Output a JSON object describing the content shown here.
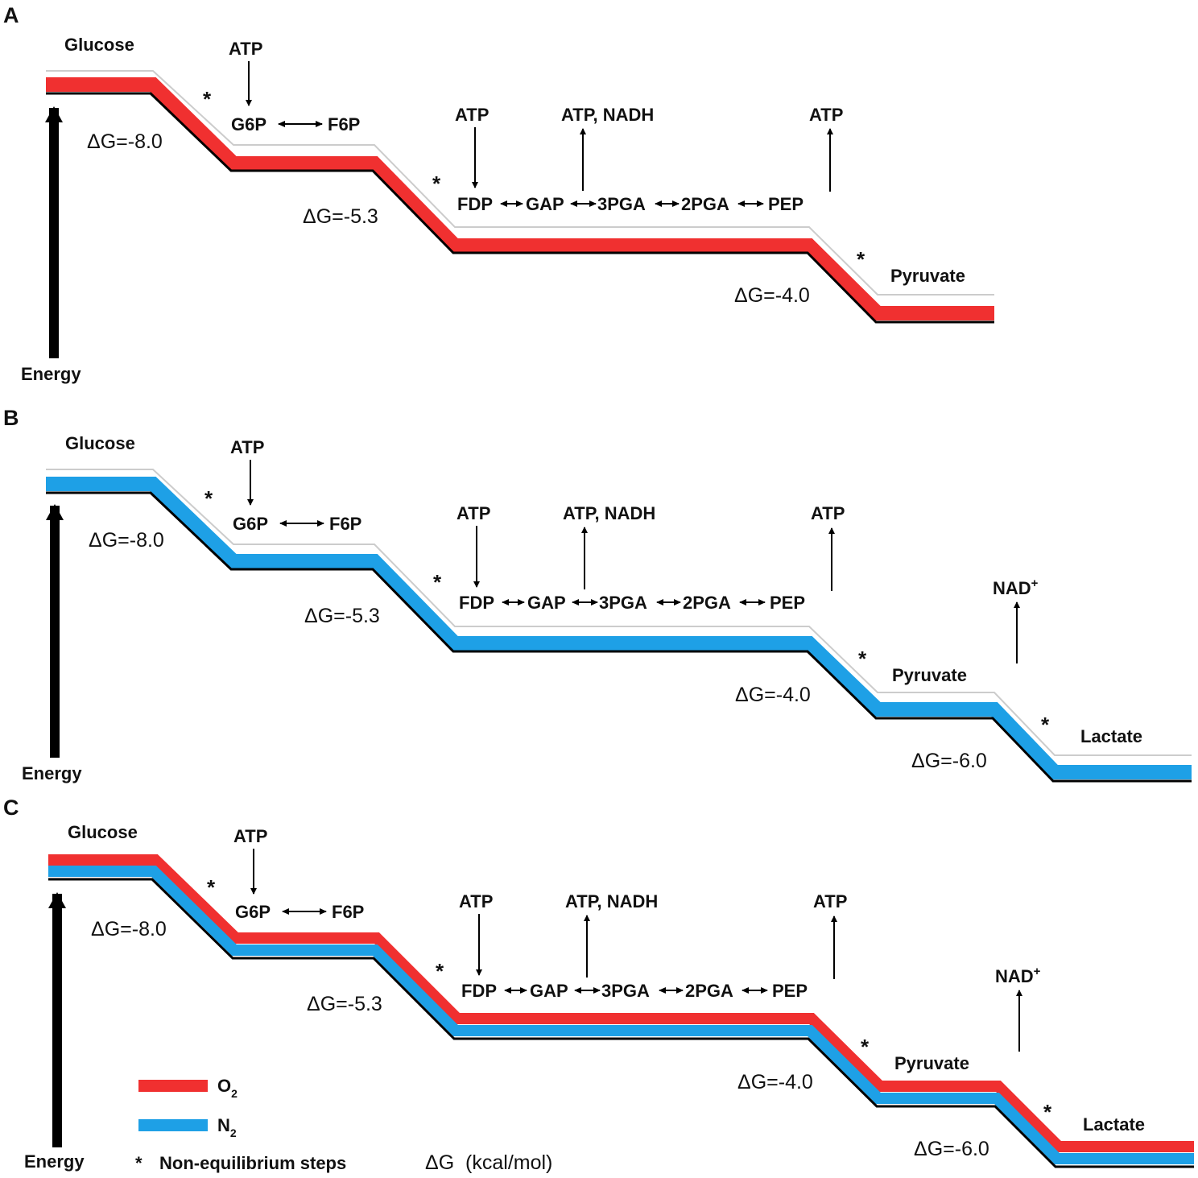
{
  "colors": {
    "o2": "#f03030",
    "n2": "#1ea0e6",
    "line": "#000000"
  },
  "panels": [
    {
      "letter": "A",
      "glucose": "Glucose",
      "atp_in_1": "ATP",
      "g6p": "G6P",
      "f6p": "F6P",
      "atp_in_2": "ATP",
      "atp_nadh": "ATP, NADH",
      "atp_out": "ATP",
      "fdp": "FDP",
      "gap": "GAP",
      "pga3": "3PGA",
      "pga2": "2PGA",
      "pep": "PEP",
      "pyruvate": "Pyruvate",
      "energy": "Energy",
      "dg1": "ΔG=-8.0",
      "dg2": "ΔG=-5.3",
      "dg3": "ΔG=-4.0",
      "star": "*"
    },
    {
      "letter": "B",
      "glucose": "Glucose",
      "atp_in_1": "ATP",
      "g6p": "G6P",
      "f6p": "F6P",
      "atp_in_2": "ATP",
      "atp_nadh": "ATP, NADH",
      "atp_out": "ATP",
      "fdp": "FDP",
      "gap": "GAP",
      "pga3": "3PGA",
      "pga2": "2PGA",
      "pep": "PEP",
      "pyruvate": "Pyruvate",
      "nad": "NAD",
      "nad_sup": "+",
      "lactate": "Lactate",
      "energy": "Energy",
      "dg1": "ΔG=-8.0",
      "dg2": "ΔG=-5.3",
      "dg3": "ΔG=-4.0",
      "dg4": "ΔG=-6.0",
      "star": "*"
    },
    {
      "letter": "C",
      "glucose": "Glucose",
      "atp_in_1": "ATP",
      "g6p": "G6P",
      "f6p": "F6P",
      "atp_in_2": "ATP",
      "atp_nadh": "ATP, NADH",
      "atp_out": "ATP",
      "fdp": "FDP",
      "gap": "GAP",
      "pga3": "3PGA",
      "pga2": "2PGA",
      "pep": "PEP",
      "pyruvate": "Pyruvate",
      "nad": "NAD",
      "nad_sup": "+",
      "lactate": "Lactate",
      "energy": "Energy",
      "dg1": "ΔG=-8.0",
      "dg2": "ΔG=-5.3",
      "dg3": "ΔG=-4.0",
      "dg4": "ΔG=-6.0",
      "star": "*"
    }
  ],
  "legend": {
    "o2": "O",
    "o2_sub": "2",
    "n2": "N",
    "n2_sub": "2",
    "star": "*",
    "nonequilibrium": "Non-equilibrium steps",
    "units": "ΔG  (kcal/mol)"
  }
}
